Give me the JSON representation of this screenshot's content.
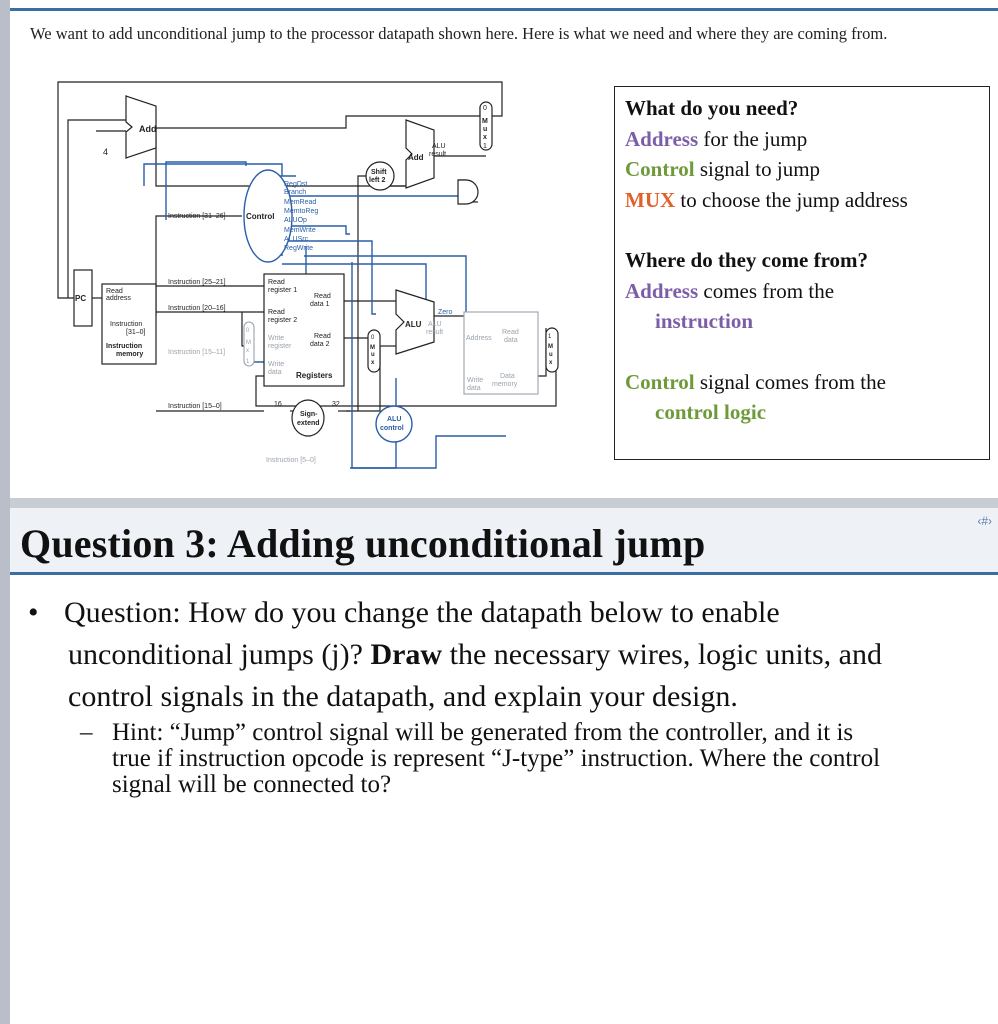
{
  "slide_top": {
    "intro": "We want to add unconditional jump to the processor datapath shown here. Here is what we need and where they are coming from.",
    "box": {
      "heading1": "What do you need?",
      "need1_key": "Address",
      "need1_rest": " for the jump",
      "need2_key": "Control",
      "need2_rest": " signal to jump",
      "need3_key": "MUX",
      "need3_rest": " to choose the jump address",
      "heading2": "Where do they come from?",
      "from1_key": "Address",
      "from1_rest": " comes from the",
      "from1_cont": "instruction",
      "from2_key": "Control",
      "from2_rest": " signal comes from the",
      "from2_cont": "control logic"
    },
    "diagram": {
      "add_top": "Add",
      "four": "4",
      "add_alu": "Add",
      "alu_result": "ALU",
      "alu_result2": "result",
      "shift_left": "Shift",
      "shift_left2": "left 2",
      "mux": "M",
      "mux2": "u",
      "mux3": "x",
      "zero": "0",
      "one": "1",
      "control": "Control",
      "signals": [
        "RegDst",
        "Branch",
        "MemRead",
        "MemtoReg",
        "ALUOp",
        "MemWrite",
        "ALUSrc",
        "RegWrite"
      ],
      "instr_31_26": "Instruction [31–26]",
      "instr_25_21": "Instruction [25–21]",
      "instr_20_16": "Instruction [20–16]",
      "instr_15_11": "Instruction [15–11]",
      "instr_15_0": "Instruction [15–0]",
      "instr_5_0": "Instruction [5–0]",
      "pc": "PC",
      "read_address": "Read",
      "read_address2": "address",
      "instruction": "Instruction",
      "instr_range": "[31–0]",
      "instr_mem": "Instruction",
      "instr_mem2": "memory",
      "read_reg1": "Read",
      "read_reg1b": "register 1",
      "read_reg2": "Read",
      "read_reg2b": "register 2",
      "write_reg": "Write",
      "write_reg2": "register",
      "write_data": "Write",
      "write_data2": "data",
      "read_data1": "Read",
      "read_data1b": "data 1",
      "read_data2": "Read",
      "read_data2b": "data 2",
      "registers": "Registers",
      "sixteen": "16",
      "thirtytwo": "32",
      "sign_extend": "Sign-",
      "sign_extend2": "extend",
      "alu_control": "ALU",
      "alu_control2": "control",
      "alu": "ALU",
      "zero_flag": "Zero",
      "alu_res_small": "ALU",
      "alu_res_small2": "result",
      "address": "Address",
      "read_data_mem": "Read",
      "read_data_mem2": "data",
      "write_data_mem": "Write",
      "write_data_mem2": "data",
      "data_memory": "Data",
      "data_memory2": "memory"
    }
  },
  "slide_bottom": {
    "page_number": "‹#›",
    "title": "Question 3: Adding unconditional jump",
    "bullet_marker": "•",
    "bullet_line1": "Question: How do you change the datapath below to enable",
    "bullet_line2_pre": "unconditional jumps (j)? ",
    "bullet_bold": "Draw",
    "bullet_line2_post": " the necessary wires, logic units, and",
    "bullet_line3": "control signals in the datapath, and explain your design.",
    "hint_marker": "–",
    "hint_line1": "Hint: “Jump” control signal will be generated from the controller, and it is",
    "hint_line2": "true if instruction opcode is represent “J-type” instruction. Where the control",
    "hint_line3": "signal will be connected to?"
  },
  "colors": {
    "accent_blue": "#3b6ea5",
    "purple": "#7b5ea7",
    "green": "#6f9a3a",
    "orange": "#e0612a",
    "control_blue": "#2a5ea8"
  }
}
